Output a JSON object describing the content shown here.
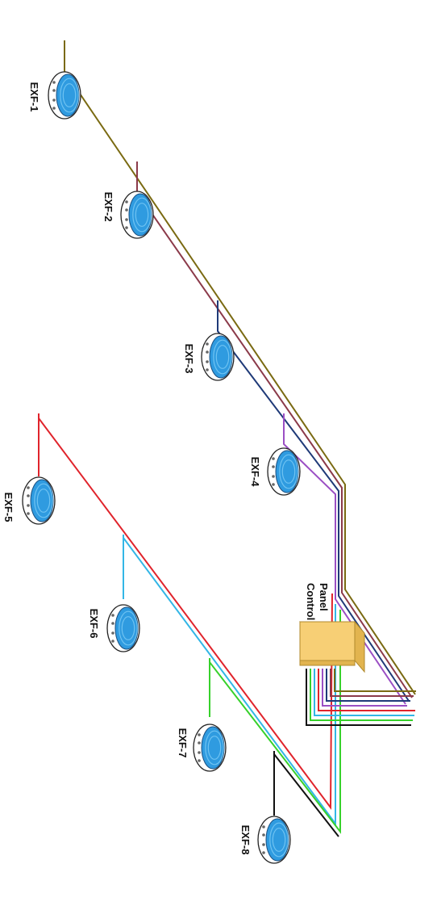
{
  "panel": {
    "line1": "Panel",
    "line2": "Control"
  },
  "fans": [
    {
      "label": "EXF-1",
      "wire_color": "#7a6a12"
    },
    {
      "label": "EXF-2",
      "wire_color": "#8b3a4a"
    },
    {
      "label": "EXF-3",
      "wire_color": "#1f3a78"
    },
    {
      "label": "EXF-4",
      "wire_color": "#9b4fc4"
    },
    {
      "label": "EXF-5",
      "wire_color": "#e0242c"
    },
    {
      "label": "EXF-6",
      "wire_color": "#33b6e6"
    },
    {
      "label": "EXF-7",
      "wire_color": "#37d12b"
    },
    {
      "label": "EXF-8",
      "wire_color": "#111111"
    }
  ],
  "colors": {
    "fan_body": "#2f9be0",
    "fan_ring": "#6fc3f2",
    "panel_fill": "#f7cf75",
    "panel_edge": "#b08a2c"
  }
}
